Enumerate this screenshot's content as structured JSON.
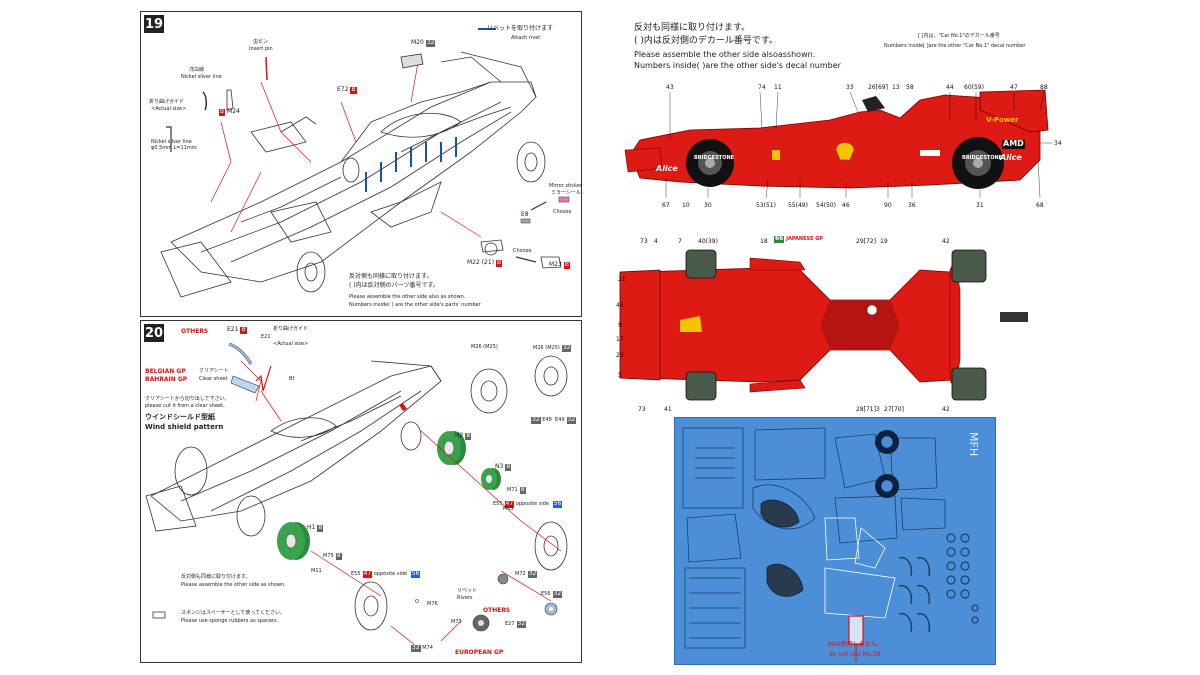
{
  "step19": {
    "number": "19",
    "rivet_note": "リベットを取り付けます",
    "rivet_note_en": "Attach rivet",
    "insert_pin_jp": "虫ピン",
    "insert_pin_en": "Insert pin",
    "nickel_line_jp": "洋白線",
    "nickel_line_en": "Nickel silver line",
    "bend_guide_jp": "折り曲げガイド",
    "bend_guide_en": "<Actual size>",
    "nickel_spec_1": "Nickel silver line",
    "nickel_spec_2": "φ0.5mm L=11mm",
    "mirror_sticker_en": "Mirror sticker",
    "mirror_sticker_jp": "ミラーシール",
    "choose_1": "Choose",
    "choose_2": "Choose",
    "note_jp_1": "反対側も同様に取り付けます。",
    "note_jp_2": "( )内は反対側のパーツ番号です。",
    "note_en_1": "Please assemble the other side also as shown.",
    "note_en_2": "Numbers inside( ) are the other side's parts' number",
    "parts": {
      "m20": "M20",
      "m20_tag": "32",
      "m24": "M24",
      "m24_tag": "B",
      "e72": "E72",
      "e72_tag": "B",
      "e8": "E8",
      "m22": "M22 (21)",
      "m22_tag": "B",
      "m23": "M23",
      "m23_tag": "B",
      "b_tag": "B"
    }
  },
  "step20": {
    "number": "20",
    "others_1": "OTHERS",
    "belgian_gp": "BELGIAN GP",
    "bahrain_gp": "BAHRAIN GP",
    "clear_sheet_jp": "クリアシート",
    "clear_sheet_en": "Clear sheet",
    "cut_note_jp": "クリアシートから切り出して下さい。",
    "cut_note_en": "please cut it from a clear sheet.",
    "windshield_jp": "ウインドシールド型紙",
    "windshield_en": "Wind shield pattern",
    "bend_guide_jp": "折り曲げガイド",
    "bend_guide_en": "<Actual size>",
    "e21_label": "E21",
    "e21_tag": "B",
    "e21_b": "E21",
    "bf_label": "Bf",
    "m26a": "M26 (M25)",
    "m26b": "M26 (M25)",
    "m26b_tag": "32",
    "e48": "E48",
    "e48_tag": "32",
    "e49": "E49",
    "e49_tag": "32",
    "h2": "H2",
    "h2_tag": "8",
    "n3": "N3",
    "n3_tag": "8",
    "m71": "M71",
    "m71_tag": "8",
    "e55_right": "E55",
    "tag_47": "47",
    "opposite_side": "opposite side",
    "tag_56": "56",
    "m11_right": "M11",
    "h1": "H1",
    "h1_tag": "8",
    "m75": "M75",
    "m75_tag": "8",
    "m11_left": "M11",
    "e55_left": "E55",
    "tag_47b": "47",
    "opposite_side_b": "opposite side",
    "tag_56b": "56",
    "m72": "M72",
    "m72_tag": "32",
    "e56": "E56",
    "e56_tag": "32",
    "rivet_jp": "リベット",
    "rivet_en": "Rivets",
    "o_label": "O",
    "m76": "M76",
    "others_2": "OTHERS",
    "m73": "M73",
    "e27": "E27",
    "e27_tag": "32",
    "m74_tag": "32",
    "m74": "M74",
    "european_gp": "EUROPEAN GP",
    "note_jp": "反対側も同様に取り付けます。",
    "note_en": "Please assemble the other side as shown.",
    "sponge_jp": "スポンジはスペーサーとして使ってください。",
    "sponge_en": "Please use sponge rubbers as spacers."
  },
  "decal": {
    "header_jp_1": "反対も同様に取り付けます。",
    "header_jp_2": "( )内は反対側のデカール番号です。",
    "header_en_1": "Please assemble the other side alsoasshown.",
    "header_en_2": "Numbers inside( )are the other side's decal number",
    "car1_jp": "[ ]内は、\"Car No.1\"のデカール番号",
    "car1_en": "Numbers inside[ ]are the other \"Car No.1\" decal number",
    "japanese_gp": "JAPANESE GP",
    "tag_66": "66",
    "side_top": [
      "43",
      "74",
      "11",
      "33",
      "26[69]",
      "13",
      "58",
      "44",
      "60(59)",
      "47",
      "88"
    ],
    "side_right": [
      "34"
    ],
    "side_bottom": [
      "67",
      "10",
      "30",
      "53(51)",
      "55(49)",
      "54(50)",
      "46",
      "90",
      "36",
      "31",
      "68"
    ],
    "plan_top": [
      "73",
      "4",
      "7",
      "40(39)",
      "18",
      "29[72]",
      "19",
      "42"
    ],
    "plan_left": [
      "21",
      "45",
      "9",
      "17",
      "23",
      "5"
    ],
    "plan_bottom": [
      "73",
      "41",
      "28[71]",
      "3",
      "27[70]",
      "42"
    ],
    "sponsor_alice": "Alice",
    "sponsor_amd": "AMD",
    "sponsor_vpower": "V-Power",
    "sponsor_bridgestone": "BRIDGESTONE",
    "fret_label": "MFH",
    "fret_note_jp": "39は使用しません。",
    "fret_note_en": "do not use No.39"
  },
  "colors": {
    "red": "#dd1a14",
    "fret_blue": "#4c8fd6",
    "tyre_green": "#2c8a3c",
    "tag_red": "#dd1111",
    "tag_blue": "#2a5fd0"
  }
}
